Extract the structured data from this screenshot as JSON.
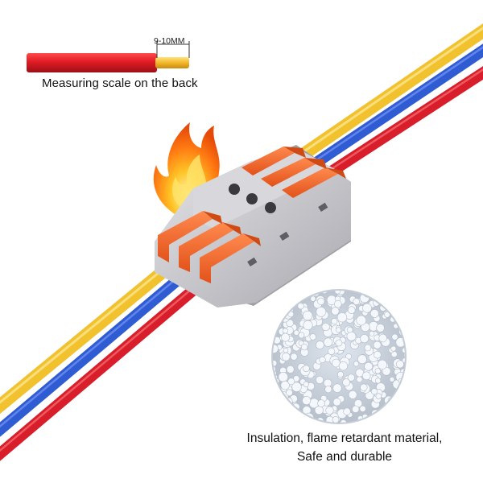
{
  "wire_scale": {
    "label": "9-10MM",
    "caption": "Measuring scale on the back"
  },
  "material": {
    "line1": "Insulation, flame retardant material,",
    "line2": "Safe and durable"
  },
  "colors": {
    "wire_yellow": "#f2c12e",
    "wire_blue": "#2f5bd3",
    "wire_red": "#d81e2a",
    "lever_orange": "#f26a2e",
    "housing_gray": "#c8c8cc",
    "copper": "#f3c23a"
  },
  "icons": {
    "flame": "flame-icon",
    "granules": "granules-closeup"
  }
}
